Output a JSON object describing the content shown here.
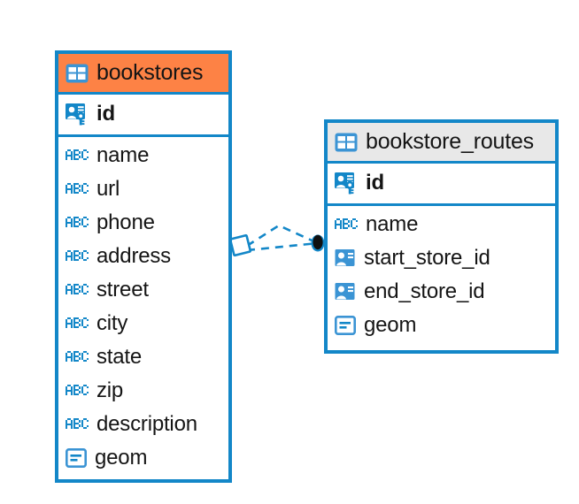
{
  "diagram": {
    "type": "entity-relationship-diagram",
    "background_color": "#ffffff",
    "accent_color": "#1387c8",
    "highlight_color": "#fd8245",
    "header_grey": "#e8e8e8"
  },
  "entities": [
    {
      "name": "bookstores",
      "header_style": "orange",
      "table_icon": "table-icon",
      "primary_keys": [
        {
          "name": "id",
          "icon": "primary-key-icon",
          "bold": true
        }
      ],
      "fields": [
        {
          "name": "name",
          "icon": "text-abc-icon"
        },
        {
          "name": "url",
          "icon": "text-abc-icon"
        },
        {
          "name": "phone",
          "icon": "text-abc-icon"
        },
        {
          "name": "address",
          "icon": "text-abc-icon"
        },
        {
          "name": "street",
          "icon": "text-abc-icon"
        },
        {
          "name": "city",
          "icon": "text-abc-icon"
        },
        {
          "name": "state",
          "icon": "text-abc-icon"
        },
        {
          "name": "zip",
          "icon": "text-abc-icon"
        },
        {
          "name": "description",
          "icon": "text-abc-icon"
        },
        {
          "name": "geom",
          "icon": "geometry-icon"
        }
      ]
    },
    {
      "name": "bookstore_routes",
      "header_style": "grey",
      "table_icon": "table-icon",
      "primary_keys": [
        {
          "name": "id",
          "icon": "primary-key-icon",
          "bold": true
        }
      ],
      "fields": [
        {
          "name": "name",
          "icon": "text-abc-icon"
        },
        {
          "name": "start_store_id",
          "icon": "foreign-key-icon"
        },
        {
          "name": "end_store_id",
          "icon": "foreign-key-icon"
        },
        {
          "name": "geom",
          "icon": "geometry-icon"
        }
      ]
    }
  ],
  "relationship": {
    "source_entity": "bookstores",
    "target_entity": "bookstore_routes",
    "source_marker": "diamond-outline-marker",
    "target_marker": "filled-circle-marker",
    "line_style": "dashed",
    "line_color": "#1387c8"
  }
}
